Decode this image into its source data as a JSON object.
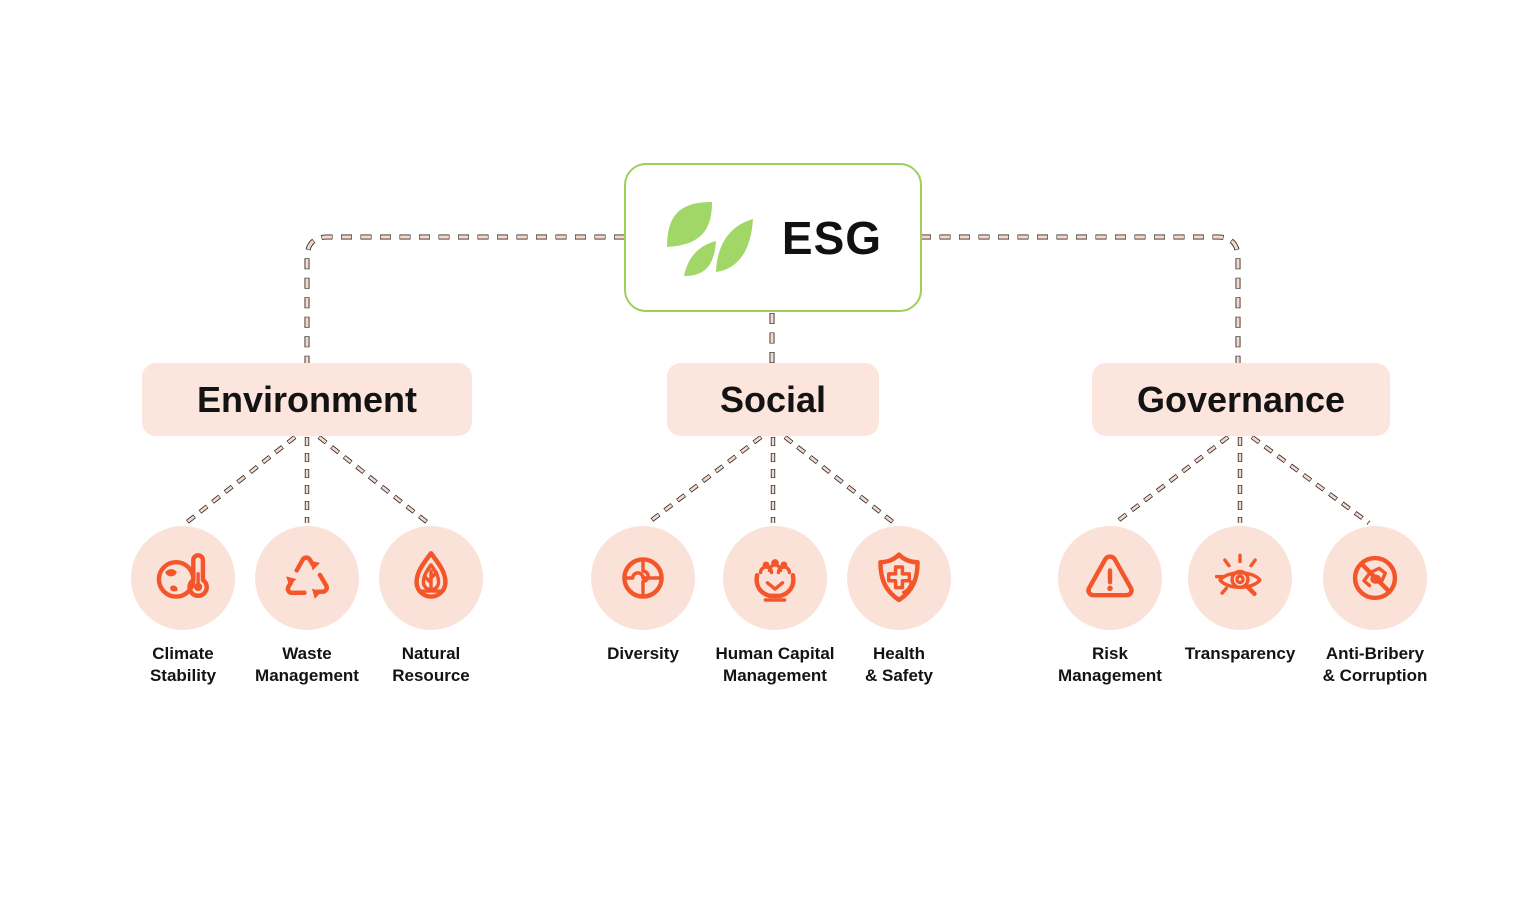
{
  "root": {
    "label": "ESG",
    "icon": "leaves-logo-icon"
  },
  "branches": [
    {
      "label": "Environment",
      "children": [
        {
          "label": "Climate\nStability",
          "icon": "globe-thermometer-icon"
        },
        {
          "label": "Waste\nManagement",
          "icon": "recycle-icon"
        },
        {
          "label": "Natural\nResource",
          "icon": "drop-tree-icon"
        }
      ]
    },
    {
      "label": "Social",
      "children": [
        {
          "label": "Diversity",
          "icon": "puzzle-globe-icon"
        },
        {
          "label": "Human Capital\nManagement",
          "icon": "hands-people-icon"
        },
        {
          "label": "Health\n& Safety",
          "icon": "shield-cross-icon"
        }
      ]
    },
    {
      "label": "Governance",
      "children": [
        {
          "label": "Risk\nManagement",
          "icon": "warning-triangle-icon"
        },
        {
          "label": "Transparency",
          "icon": "eye-magnifier-icon"
        },
        {
          "label": "Anti-Bribery\n& Corruption",
          "icon": "no-bribery-icon"
        }
      ]
    }
  ],
  "colors": {
    "leaf_green": "#a0d767",
    "root_border_green": "#9ccf5c",
    "branch_pink": "#fce5dd",
    "circle_pink": "#fbe2d8",
    "icon_orange": "#f4562c",
    "connector_pink": "#f8d8cb",
    "connector_edge": "#2e2e2e",
    "text": "#131313"
  }
}
